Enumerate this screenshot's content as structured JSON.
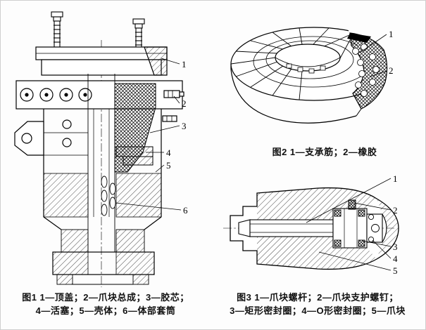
{
  "colors": {
    "ink": "#000000",
    "paper": "#ffffff"
  },
  "figure1": {
    "caption_line1": "图1  1—顶盖；2—爪块总成；3—胶芯；",
    "caption_line2": "4—活塞；5—壳体；6—体部套筒",
    "labels": [
      "1",
      "2",
      "3",
      "4",
      "5",
      "6"
    ]
  },
  "figure2": {
    "caption": "图2  1—支承筋；2—橡胶",
    "labels": [
      "1",
      "2"
    ]
  },
  "figure3": {
    "caption_line1": "图3 1—爪块螺杆；2—爪块支护螺钉；",
    "caption_line2": "3—矩形密封圈；4—O形密封圈；5—爪块",
    "labels": [
      "1",
      "2",
      "3",
      "4",
      "5"
    ]
  }
}
